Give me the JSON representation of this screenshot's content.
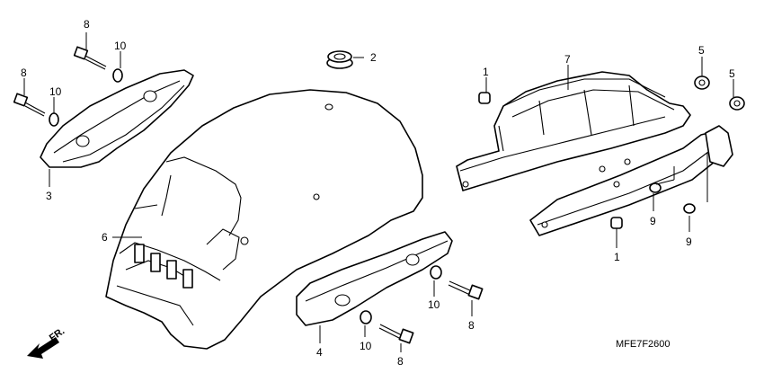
{
  "diagram": {
    "code": "MFE7F2600",
    "direction_label": "FR.",
    "callouts": [
      {
        "id": "c8a",
        "label": "8"
      },
      {
        "id": "c10a",
        "label": "10"
      },
      {
        "id": "c8b",
        "label": "8"
      },
      {
        "id": "c10b",
        "label": "10"
      },
      {
        "id": "c3",
        "label": "3"
      },
      {
        "id": "c2",
        "label": "2"
      },
      {
        "id": "c6",
        "label": "6"
      },
      {
        "id": "c1a",
        "label": "1"
      },
      {
        "id": "c7",
        "label": "7"
      },
      {
        "id": "c5a",
        "label": "5"
      },
      {
        "id": "c5b",
        "label": "5"
      },
      {
        "id": "c9a",
        "label": "9"
      },
      {
        "id": "c9b",
        "label": "9"
      },
      {
        "id": "c1b",
        "label": "1"
      },
      {
        "id": "c10c",
        "label": "10"
      },
      {
        "id": "c8c",
        "label": "8"
      },
      {
        "id": "c4",
        "label": "4"
      },
      {
        "id": "c10d",
        "label": "10"
      },
      {
        "id": "c8d",
        "label": "8"
      }
    ]
  }
}
